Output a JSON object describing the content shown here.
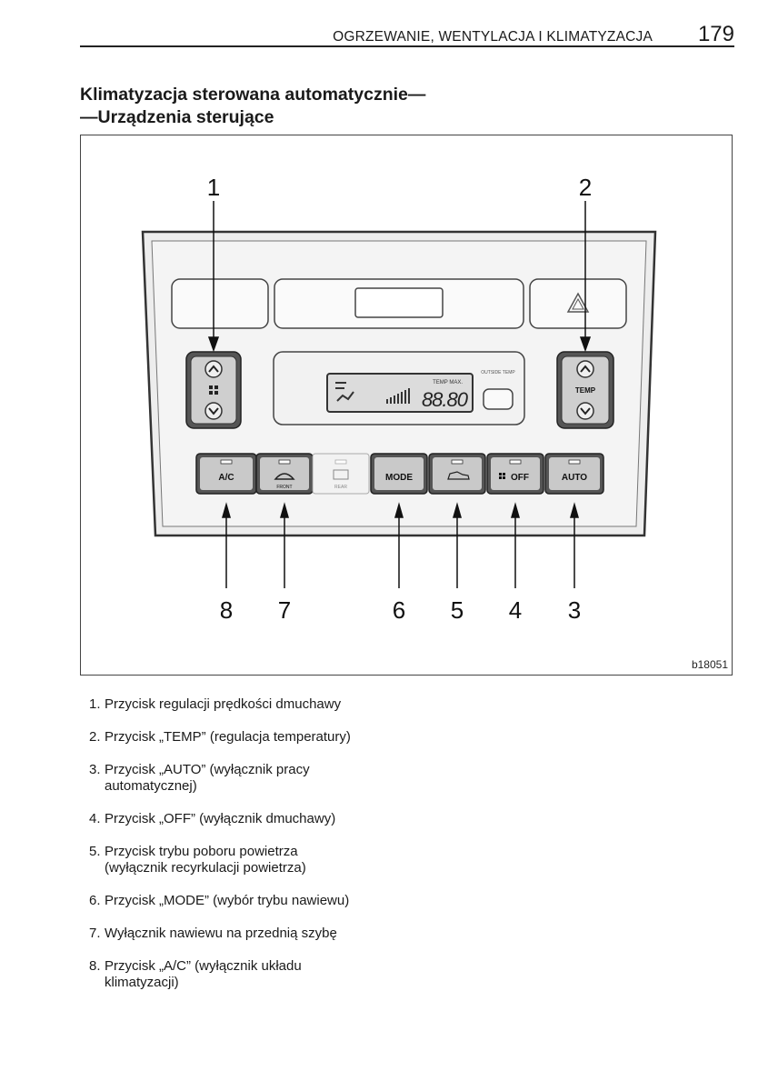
{
  "header": {
    "title": "OGRZEWANIE, WENTYLACJA I KLIMATYZACJA",
    "page_number": "179"
  },
  "section_title": {
    "line1": "Klimatyzacja sterowana automatycznie—",
    "line2": "—Urządzenia sterujące"
  },
  "figure": {
    "code": "b18051",
    "callouts": [
      "1",
      "2",
      "3",
      "4",
      "5",
      "6",
      "7",
      "8"
    ],
    "buttons": {
      "ac": "A/C",
      "front": "FRONT",
      "rear": "REAR",
      "mode": "MODE",
      "off": "OFF",
      "auto": "AUTO",
      "temp": "TEMP"
    },
    "display": {
      "temp_max": "TEMP MAX.",
      "digits": "88.80",
      "outside_temp": "OUTSIDE TEMP"
    }
  },
  "items": [
    {
      "num": "1.",
      "text": "Przycisk regulacji prędkości dmuchawy"
    },
    {
      "num": "2.",
      "text": "Przycisk „TEMP” (regulacja temperatury)"
    },
    {
      "num": "3.",
      "text": "Przycisk „AUTO” (wyłącznik pracy automatycznej)"
    },
    {
      "num": "4.",
      "text": "Przycisk „OFF” (wyłącznik dmuchawy)"
    },
    {
      "num": "5.",
      "text": "Przycisk trybu poboru powietrza (wyłącznik recyrkulacji powietrza)"
    },
    {
      "num": "6.",
      "text": "Przycisk „MODE” (wybór trybu nawiewu)"
    },
    {
      "num": "7.",
      "text": "Wyłącznik nawiewu na przednią szybę"
    },
    {
      "num": "8.",
      "text": "Przycisk „A/C” (wyłącznik układu klimatyzacji)"
    }
  ]
}
